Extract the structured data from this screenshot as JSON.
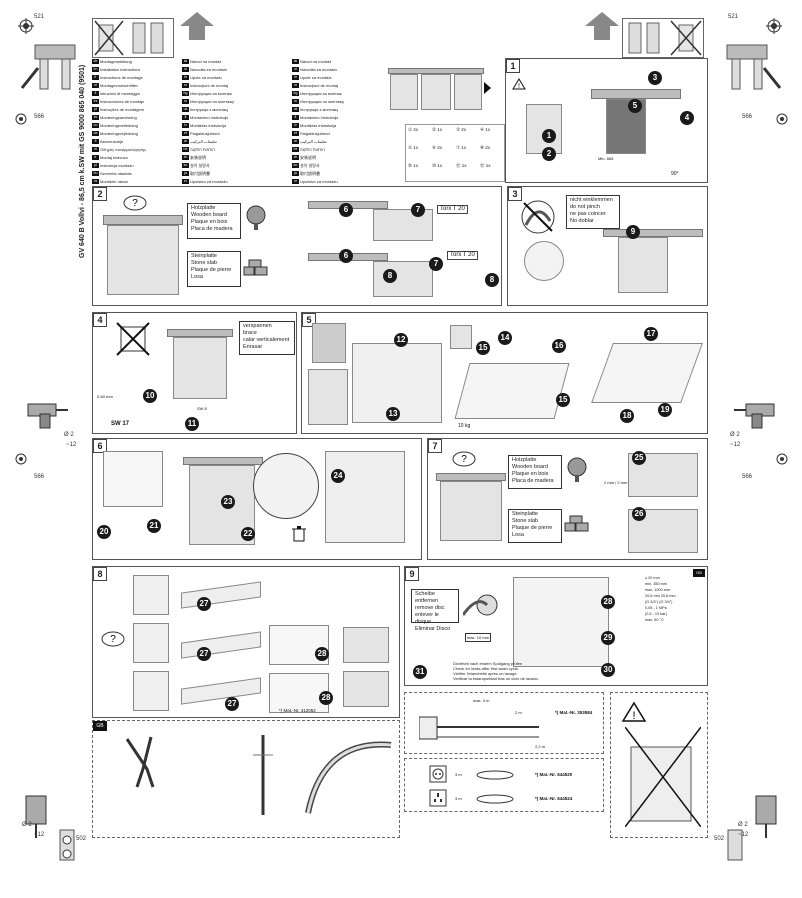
{
  "margin_marks": {
    "top_left": "521",
    "top_right": "521",
    "mid_left": "566",
    "mid_right": "566",
    "lower_left": "566",
    "lower_right": "566",
    "bottom_left": "502",
    "bottom_right": "502",
    "drill_left": "Ø 2",
    "drill_left_depth": "~12",
    "drill_right": "Ø 2",
    "drill_right_depth": "~12",
    "drill_bl": "Ø 2",
    "drill_bl_depth": "~12",
    "drill_br": "Ø 2",
    "drill_br_depth": "~12"
  },
  "side_title": "GV 640 B  Vollvi - 86,5 cm  k.SW mit GS   9000 865 040 (9501)",
  "languages": [
    {
      "code": "de",
      "text": "Montageanleitung"
    },
    {
      "code": "en",
      "text": "Installation instructions"
    },
    {
      "code": "fr",
      "text": "Instructions de montage"
    },
    {
      "code": "nl",
      "text": "Montagevoorschriften"
    },
    {
      "code": "it",
      "text": "Istruzioni di montaggio"
    },
    {
      "code": "es",
      "text": "Instrucciones de montaje"
    },
    {
      "code": "pt",
      "text": "Instruções de montagem"
    },
    {
      "code": "sv",
      "text": "Monteringsanvisning"
    },
    {
      "code": "no",
      "text": "Monteringsveiledning"
    },
    {
      "code": "da",
      "text": "Monteringsvejledning"
    },
    {
      "code": "fi",
      "text": "Asennusohje"
    },
    {
      "code": "el",
      "text": "Οδηγίες συναρμολόγησης"
    },
    {
      "code": "tr",
      "text": "Montaj kılavuzu"
    },
    {
      "code": "pl",
      "text": "Instrukcja montażu"
    },
    {
      "code": "hu",
      "text": "Szerelési utasítás"
    },
    {
      "code": "cs",
      "text": "Montážní návod"
    }
  ],
  "languages_right": [
    {
      "code": "sk",
      "text": "Návod na montáž"
    },
    {
      "code": "sl",
      "text": "Navodila za montažo"
    },
    {
      "code": "hr",
      "text": "Upute za montažu"
    },
    {
      "code": "ro",
      "text": "Instrucţiuni de montaj"
    },
    {
      "code": "bg",
      "text": "Инструкция за монтаж"
    },
    {
      "code": "ru",
      "text": "Инструкция по монтажу"
    },
    {
      "code": "uk",
      "text": "Інструкція з монтажу"
    },
    {
      "code": "lt",
      "text": "Montavimo instrukcija"
    },
    {
      "code": "lv",
      "text": "Montāžas instrukcija"
    },
    {
      "code": "et",
      "text": "Paigaldusjuhend"
    },
    {
      "code": "ar",
      "text": "تعليمات التركيب"
    },
    {
      "code": "he",
      "text": "הוראות התקנה"
    },
    {
      "code": "zh",
      "text": "安装说明"
    },
    {
      "code": "ko",
      "text": "설치 설명서"
    },
    {
      "code": "ja",
      "text": "取付説明書"
    },
    {
      "code": "sr",
      "text": "Uputstvo za montažu"
    }
  ],
  "panels": {
    "p1": "1",
    "p2": "2",
    "p3": "3",
    "p4": "4",
    "p5": "5",
    "p6": "6",
    "p7": "7",
    "p8": "8",
    "p9": "9",
    "gb": "GB"
  },
  "materials": {
    "wood": [
      "Holzplatte",
      "Wooden board",
      "Plaque en bois",
      "Placa de madera"
    ],
    "stone": [
      "Steinplatte",
      "Stone slab",
      "Plaque de pierre",
      "Losa"
    ]
  },
  "torx": "Torx T 20",
  "torx2": "Torx T 20",
  "pinch": [
    "nicht einklemmen",
    "do not pinch",
    "ne pas coincer",
    "No doblar"
  ],
  "brace": [
    "verspannen",
    "brace",
    "calar verticalement",
    "Enrasar"
  ],
  "sw17": "SW 17",
  "sw8": "SW 8",
  "load10kg": "10 kg",
  "disc": [
    "Scheibe entfernen",
    "remove disc",
    "enlever le disque",
    "Eliminar Disco"
  ],
  "max10": "max. 10 mm",
  "check": [
    "Dichtheit nach erstem Spülgang prüfen",
    "Check for leaks after first wash cycle.",
    "Vérifier l'étanchéité après un lavage.",
    "Verificar la estanqueidad tras un ciclo de lavado."
  ],
  "mat_numbers": {
    "m1": "*) Mat.-Nr. 412052",
    "m2": "*) Mat.-Nr. 353584",
    "m3": "*) Mat.-Nr. 644520",
    "m4": "*) Mat.-Nr. 644524"
  },
  "hose": {
    "max": "max. 4 m",
    "seg": "2 m",
    "seg2": "2,2 m"
  },
  "plug_len": {
    "a": "3 m",
    "b": "3 m"
  },
  "p9_specs": [
    "≥ 20 mm",
    "min. 350 mm",
    "max. 1000 mm",
    "20,6 mm  20,6 mm",
    "(G 3/4\")  (G 3/4\")",
    "0,05 - 1 MPa",
    "(0,5 - 10 bar)",
    "max. 60 °C"
  ],
  "dims": {
    "h1": "Min. 865",
    "d90": "90°",
    "dims4": "0-60 mm",
    "p6_h": "1",
    "tempo": "2 mm / 2 mm"
  },
  "steps": [
    "1",
    "2",
    "3",
    "4",
    "5",
    "6",
    "7",
    "8",
    "9",
    "10",
    "11",
    "12",
    "13",
    "14",
    "15",
    "16",
    "17",
    "18",
    "19",
    "20",
    "21",
    "22",
    "23",
    "24",
    "25",
    "26",
    "27",
    "28",
    "29",
    "30",
    "31"
  ],
  "parts": [
    "① 4x",
    "② 1x",
    "③ 2x",
    "④ 1x",
    "⑤ 1x",
    "⑥ 2x",
    "⑦ 1x",
    "⑧ 2x",
    "⑨ 1x",
    "⑩ 1x",
    "⑪ 1x",
    "⑫ 1x"
  ]
}
